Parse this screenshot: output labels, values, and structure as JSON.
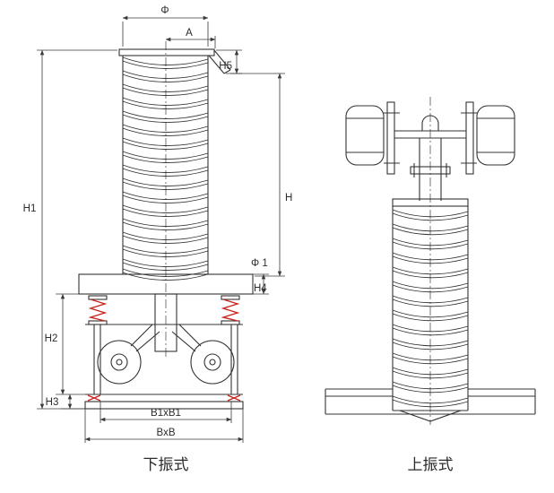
{
  "page": {
    "background": "#ffffff"
  },
  "drawing": {
    "colors": {
      "line": "#333333",
      "dim": "#3a3a3a",
      "spring": "#c9251f",
      "background": "#ffffff"
    },
    "left_view": {
      "caption": "下振式",
      "dims": {
        "phi": "Φ",
        "a": "A",
        "h5": "H5",
        "h": "H",
        "h1": "H1",
        "phi1": "Φ 1",
        "h4": "H4",
        "h2": "H2",
        "h3": "H3",
        "b1b1": "B1xB1",
        "bb": "BxB"
      }
    },
    "right_view": {
      "caption": "上振式"
    }
  }
}
